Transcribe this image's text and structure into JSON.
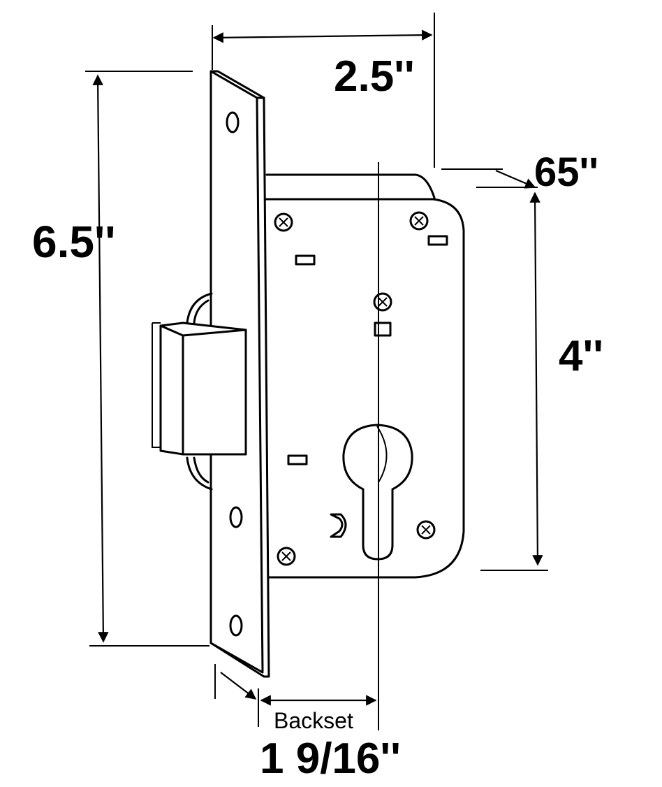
{
  "dimensions": {
    "width_label": "2.5''",
    "faceplate_thickness_label": "65''",
    "height_label": "6.5''",
    "center_distance_label": "4''",
    "backset_caption": "Backset",
    "backset_label": "1 9/16''"
  },
  "parts": {
    "screws": 5,
    "key_slots": 5,
    "mounting_holes": 3
  }
}
